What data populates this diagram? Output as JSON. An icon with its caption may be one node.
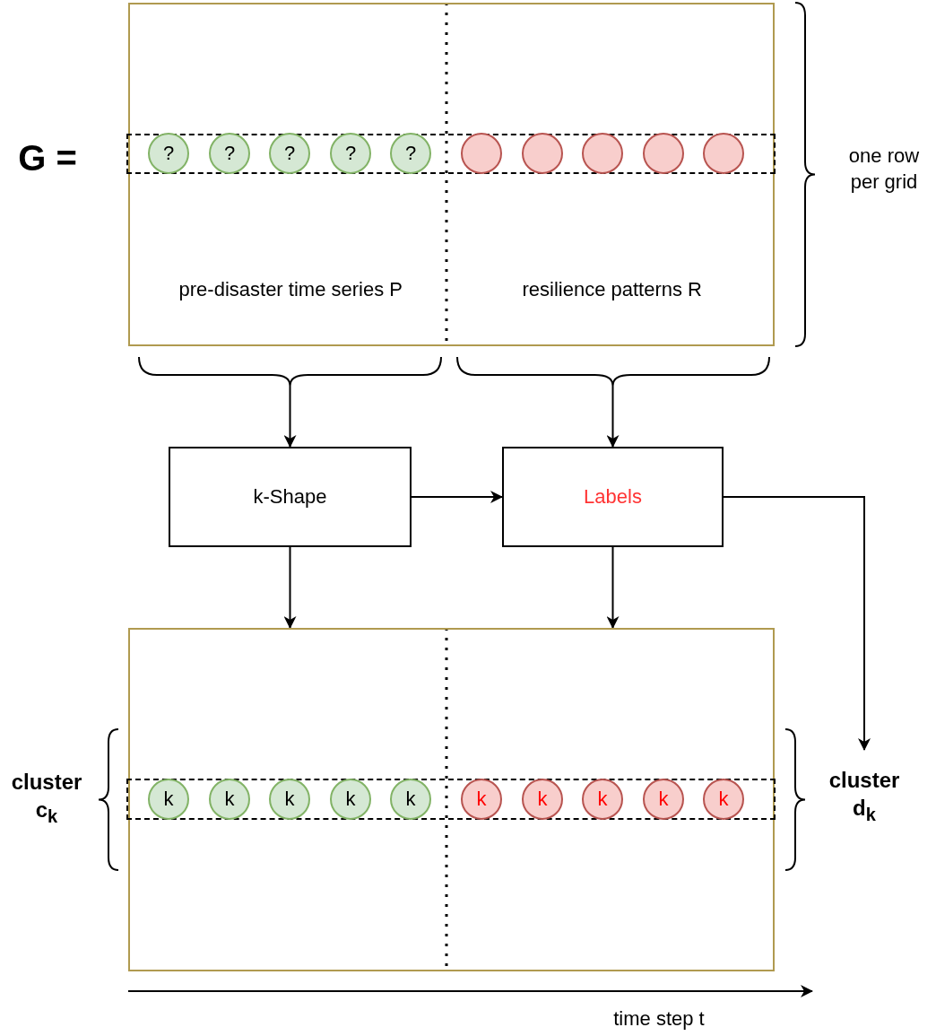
{
  "diagram": {
    "nodes": [
      {
        "text": [
          "pre-disaster time series P",
          "resilience patterns R"
        ]
      },
      {
        "text": [],
        "shape": "box",
        "in": 0
      },
      {
        "text": [
          "?"
        ],
        "in": 1
      },
      {
        "text": [
          "?"
        ],
        "in": 1
      },
      {
        "text": [
          "?"
        ],
        "in": 1
      },
      {
        "text": [
          "?"
        ],
        "in": 1
      },
      {
        "text": [
          "?"
        ],
        "in": 1
      },
      {
        "text": [],
        "shape": "circle",
        "in": 1
      },
      {
        "text": [],
        "shape": "circle",
        "in": 1
      },
      {
        "text": [],
        "shape": "circle",
        "in": 1
      },
      {
        "text": [],
        "shape": "circle",
        "in": 1
      },
      {
        "text": [],
        "shape": "circle",
        "in": 1
      },
      {
        "text": [
          "k-Shape"
        ]
      },
      {
        "text": [
          "Labels"
        ]
      },
      {
        "text": [],
        "shape": "box"
      },
      {
        "text": [],
        "shape": "box",
        "in": 14
      },
      {
        "text": [
          "k"
        ],
        "in": 15
      },
      {
        "text": [
          "k"
        ],
        "in": 15
      },
      {
        "text": [
          "k"
        ],
        "in": 15
      },
      {
        "text": [
          "k"
        ],
        "in": 15
      },
      {
        "text": [
          "k"
        ],
        "in": 15
      },
      {
        "text": [
          "k"
        ],
        "in": 15
      },
      {
        "text": [
          "k"
        ],
        "in": 15
      },
      {
        "text": [
          "k"
        ],
        "in": 15
      },
      {
        "text": [
          "k"
        ],
        "in": 15
      },
      {
        "text": [
          "k"
        ],
        "in": 15
      },
      {
        "text": [
          "cluster d$_{k}$"
        ]
      }
    ],
    "edges": [
      {
        "from": 0,
        "to": 12,
        "arrow": "to"
      },
      {
        "from": 0,
        "to": 13,
        "arrow": "to"
      },
      {
        "from": 12,
        "to": 13,
        "arrow": "to"
      },
      {
        "from": 12,
        "to": 14,
        "arrow": "to"
      },
      {
        "from": 13,
        "to": 14,
        "arrow": "to"
      },
      {
        "from": 13,
        "to": 26,
        "arrow": "to"
      }
    ],
    "labels": [
      "G =",
      "one row per grid",
      "cluster c$_{k}$",
      "time step t"
    ]
  }
}
